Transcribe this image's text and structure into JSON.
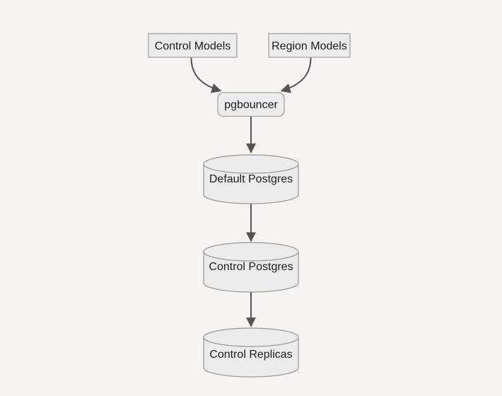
{
  "diagram": {
    "type": "flowchart",
    "direction": "top-down",
    "nodes": [
      {
        "id": "control_models",
        "label": "Control Models",
        "shape": "rectangle"
      },
      {
        "id": "region_models",
        "label": "Region Models",
        "shape": "rectangle"
      },
      {
        "id": "pgbouncer",
        "label": "pgbouncer",
        "shape": "rounded-rectangle"
      },
      {
        "id": "default_postgres",
        "label": "Default Postgres",
        "shape": "cylinder"
      },
      {
        "id": "control_postgres",
        "label": "Control Postgres",
        "shape": "cylinder"
      },
      {
        "id": "control_replicas",
        "label": "Control Replicas",
        "shape": "cylinder"
      }
    ],
    "edges": [
      {
        "from": "control_models",
        "to": "pgbouncer",
        "style": "curved-arrow"
      },
      {
        "from": "region_models",
        "to": "pgbouncer",
        "style": "curved-arrow"
      },
      {
        "from": "pgbouncer",
        "to": "default_postgres",
        "style": "straight-arrow"
      },
      {
        "from": "default_postgres",
        "to": "control_postgres",
        "style": "straight-arrow"
      },
      {
        "from": "control_postgres",
        "to": "control_replicas",
        "style": "straight-arrow"
      }
    ],
    "colors": {
      "background": "#f5f4ef",
      "node_fill": "#ececec",
      "node_border": "#a3a3a3",
      "cylinder_border": "#949494",
      "edge": "#545454",
      "text": "#1c1c1c"
    }
  }
}
